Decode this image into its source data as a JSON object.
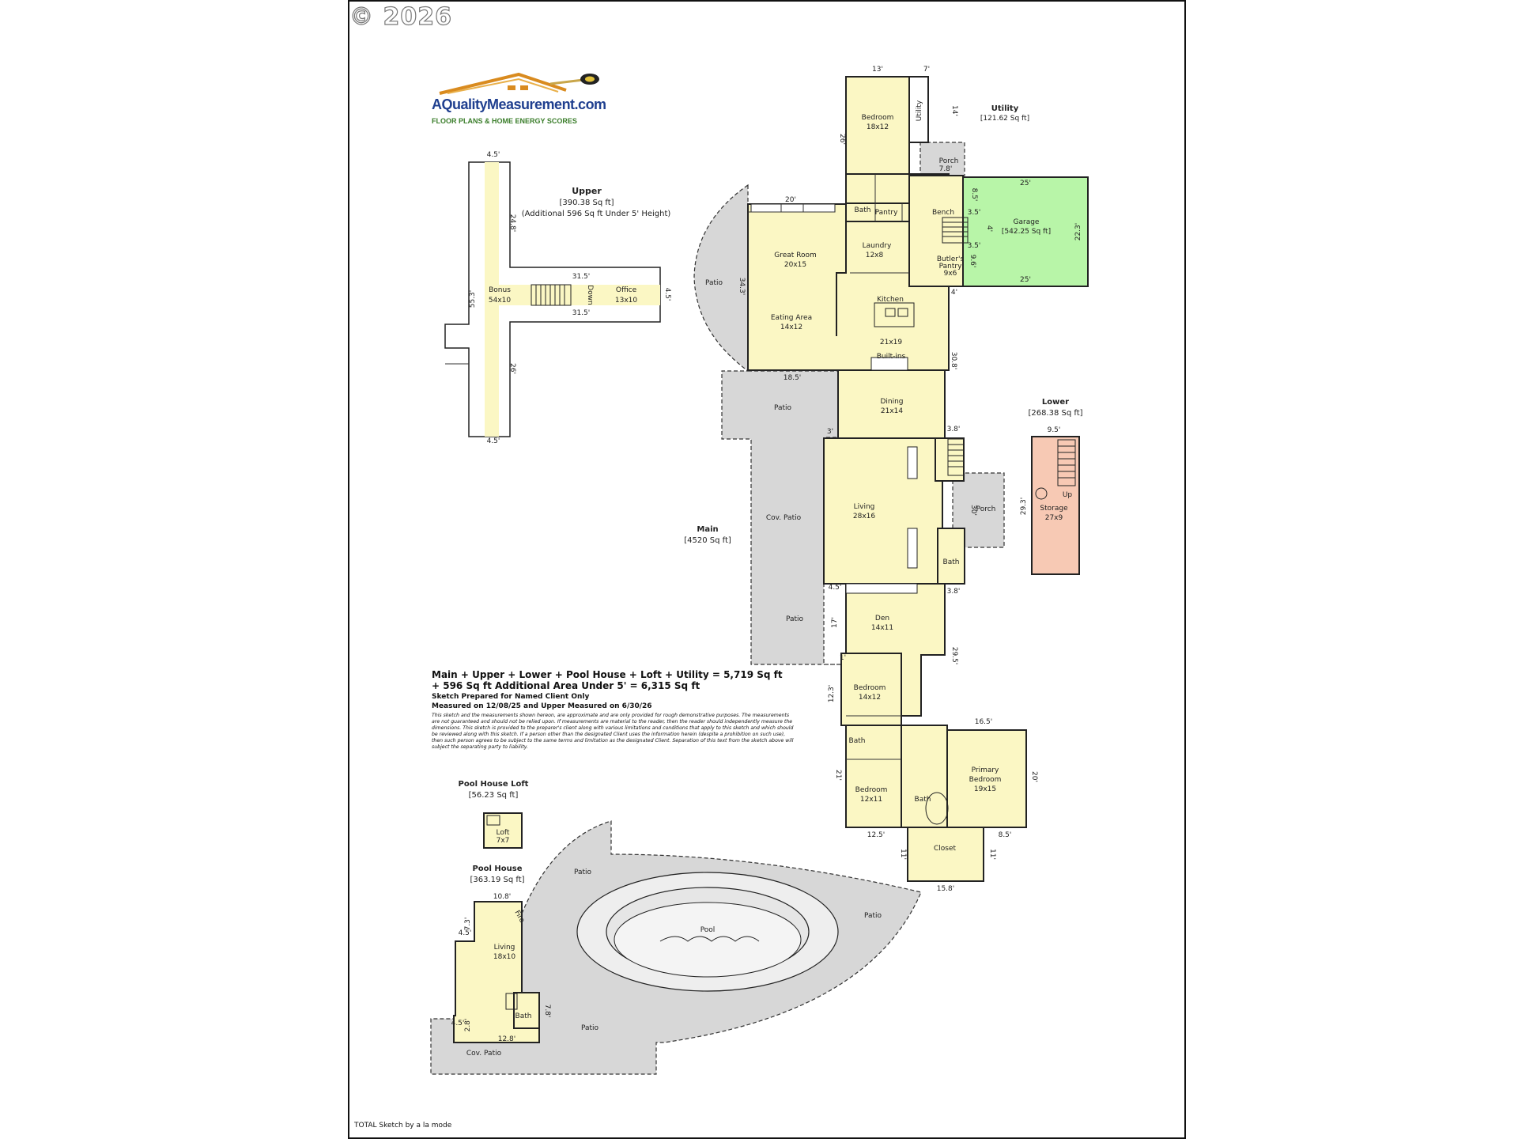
{
  "copyright": "© 2026",
  "footer": "TOTAL Sketch by a la mode",
  "logo": {
    "brand": "AQualityMeasurement.com",
    "tagline": "FLOOR PLANS & HOME ENERGY SCORES"
  },
  "summary": {
    "line1": "Main + Upper + Lower + Pool House + Loft + Utility = 5,719 Sq ft",
    "line2": "+ 596 Sq ft Additional Area Under 5' = 6,315 Sq ft",
    "line3": "Sketch Prepared for Named Client Only",
    "line4": "Measured on 12/08/25 and Upper Measured on 6/30/26",
    "disclaimer": "This sketch and the measurements shown hereon, are approximate and are only provided for rough demonstrative purposes. The measurements are not guaranteed and should not be relied upon. If measurements are material to the reader, then the reader should independently measure the dimensions. This sketch is provided to the preparer's client along with various limitations and conditions that apply to this sketch and which should be reviewed along with this sketch. If a person other than the designated Client uses the information herein (despite a prohibition on such use), then such person agrees to be subject to the same terms and limitation as the designated Client. Separation of this text from the sketch above will subject the separating party to liability."
  },
  "sections": {
    "upper": {
      "title": "Upper",
      "area": "[390.38 Sq ft]",
      "note": "(Additional 596 Sq ft Under 5' Height)"
    },
    "utility": {
      "title": "Utility",
      "area": "[121.62 Sq ft]"
    },
    "main": {
      "title": "Main",
      "area": "[4520 Sq ft]"
    },
    "lower": {
      "title": "Lower",
      "area": "[268.38 Sq ft]"
    },
    "garage": {
      "title": "Garage",
      "area": "[542.25 Sq ft]"
    },
    "pool_loft": {
      "title": "Pool House Loft",
      "area": "[56.23 Sq ft]"
    },
    "pool_house": {
      "title": "Pool House",
      "area": "[363.19 Sq ft]"
    }
  },
  "rooms": {
    "bedroom1": {
      "name": "Bedroom",
      "size": "18x12"
    },
    "utility": {
      "name": "Utility"
    },
    "porch_top": {
      "name": "Porch"
    },
    "bath1": {
      "name": "Bath"
    },
    "pantry": {
      "name": "Pantry"
    },
    "bench": {
      "name": "Bench"
    },
    "laundry": {
      "name": "Laundry",
      "size": "12x8"
    },
    "butlers": {
      "name": "Butler's",
      "name2": "Pantry",
      "size": "9x6"
    },
    "great_room": {
      "name": "Great Room",
      "size": "20x15"
    },
    "eating": {
      "name": "Eating Area",
      "size": "14x12"
    },
    "kitchen": {
      "name": "Kitchen",
      "size": "21x19"
    },
    "dining": {
      "name": "Dining",
      "size": "21x14"
    },
    "living": {
      "name": "Living",
      "size": "28x16"
    },
    "porch_side": {
      "name": "Porch"
    },
    "bath2": {
      "name": "Bath"
    },
    "den": {
      "name": "Den",
      "size": "14x11"
    },
    "bedroom2": {
      "name": "Bedroom",
      "size": "14x12"
    },
    "bath3": {
      "name": "Bath"
    },
    "bedroom3": {
      "name": "Bedroom",
      "size": "12x11"
    },
    "bath4": {
      "name": "Bath"
    },
    "primary": {
      "name": "Primary",
      "name2": "Bedroom",
      "size": "19x15"
    },
    "closet": {
      "name": "Closet"
    },
    "bonus": {
      "name": "Bonus",
      "size": "54x10"
    },
    "office": {
      "name": "Office",
      "size": "13x10"
    },
    "storage": {
      "name": "Storage",
      "size": "27x9"
    },
    "loft": {
      "name": "Loft",
      "size": "7x7"
    },
    "pool_living": {
      "name": "Living",
      "size": "18x10"
    },
    "pool_bath": {
      "name": "Bath"
    }
  },
  "outdoor": {
    "patio": "Patio",
    "cov_patio": "Cov. Patio",
    "pool": "Pool"
  },
  "labels": {
    "builtins": "Built-ins",
    "fire": "Fire",
    "down": "Down",
    "up": "Up"
  },
  "dimensions": {
    "d13": "13'",
    "d7": "7'",
    "d14": "14'",
    "d26": "26'",
    "d78": "7.8'",
    "d20": "20'",
    "d25a": "25'",
    "d25b": "25'",
    "d85": "8.5'",
    "d35a": "3.5'",
    "d35b": "3.5'",
    "d4a": "4'",
    "d96": "9.6'",
    "d223": "22.3'",
    "d4b": "4'",
    "d343": "34.3'",
    "d185": "18.5'",
    "d308": "30.8'",
    "d3": "3'",
    "d38a": "3.8'",
    "d30": "30'",
    "d45a": "4.5'",
    "d38b": "3.8'",
    "d17": "17'",
    "d1": "1'",
    "d295": "29.5'",
    "d123": "12.3'",
    "d165": "16.5'",
    "d21": "21'",
    "d20b": "20'",
    "d125": "12.5'",
    "d85b": "8.5'",
    "d11a": "11'",
    "d11b": "11'",
    "d158": "15.8'",
    "u45a": "4.5'",
    "u248": "24.8'",
    "u315a": "31.5'",
    "u315b": "31.5'",
    "u553": "55.3'",
    "u45c": "4.5'",
    "u26": "26'",
    "u45b": "4.5'",
    "l95": "9.5'",
    "l293": "29.3'",
    "p108": "10.8'",
    "p45": "4.5'",
    "p73": "7.3'",
    "p78": "7.8'",
    "p45b": "4.5'",
    "p28": "2.8'",
    "p128": "12.8'"
  },
  "colors": {
    "room_fill": "#fbf7c4",
    "garage_fill": "#b8f5a8",
    "lower_fill": "#f7c9b4",
    "patio_fill": "#d7d7d7",
    "brand_blue": "#1f3f8f",
    "brand_green": "#3a7d2a",
    "logo_orange": "#d98b1f"
  }
}
